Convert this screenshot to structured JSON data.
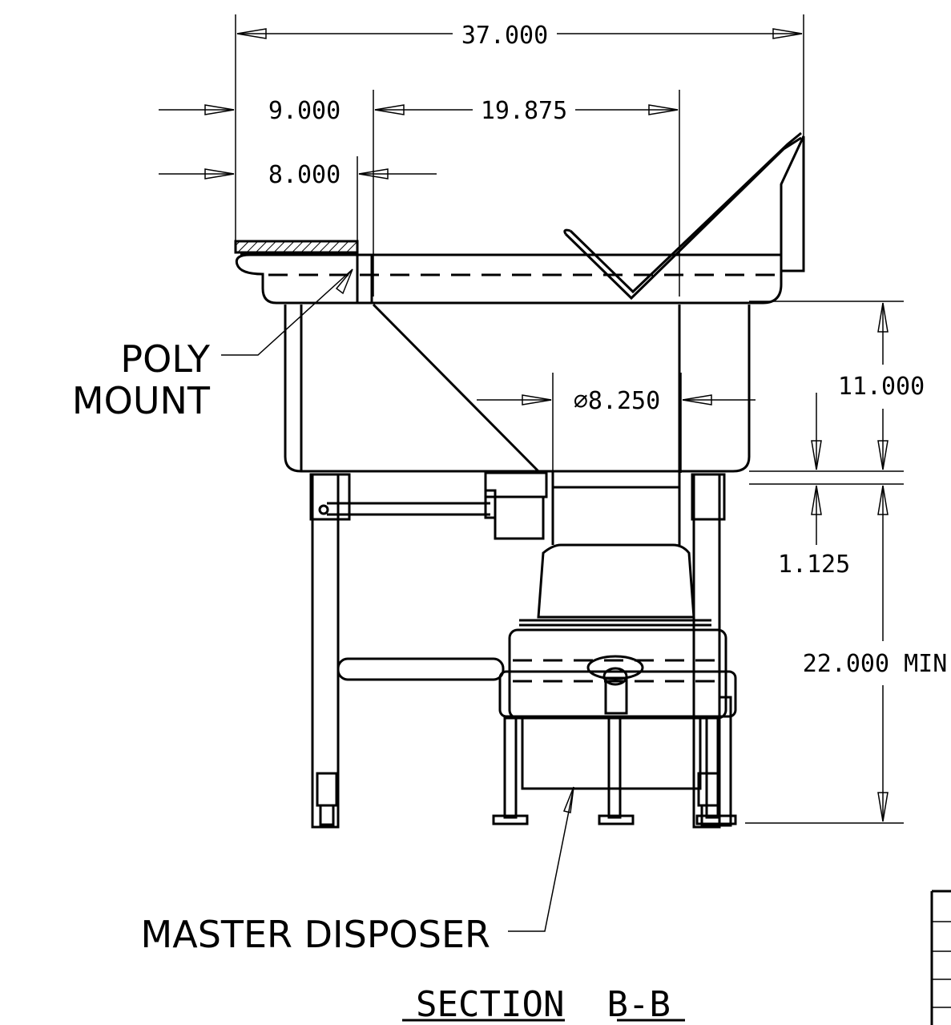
{
  "drawing": {
    "title": "SECTION  B-B",
    "labels": {
      "poly_mount_line1": "POLY",
      "poly_mount_line2": "MOUNT",
      "master_disposer": "MASTER DISPOSER"
    },
    "dimensions": {
      "overall_width": "37.000",
      "left_offset": "9.000",
      "drainboard_gap": "19.875",
      "poly_mount_offset": "8.000",
      "bowl_depth": "11.000",
      "drain_diameter": "∅8.250",
      "drain_offset": "1.125",
      "min_clearance": "22.000 MIN"
    }
  }
}
